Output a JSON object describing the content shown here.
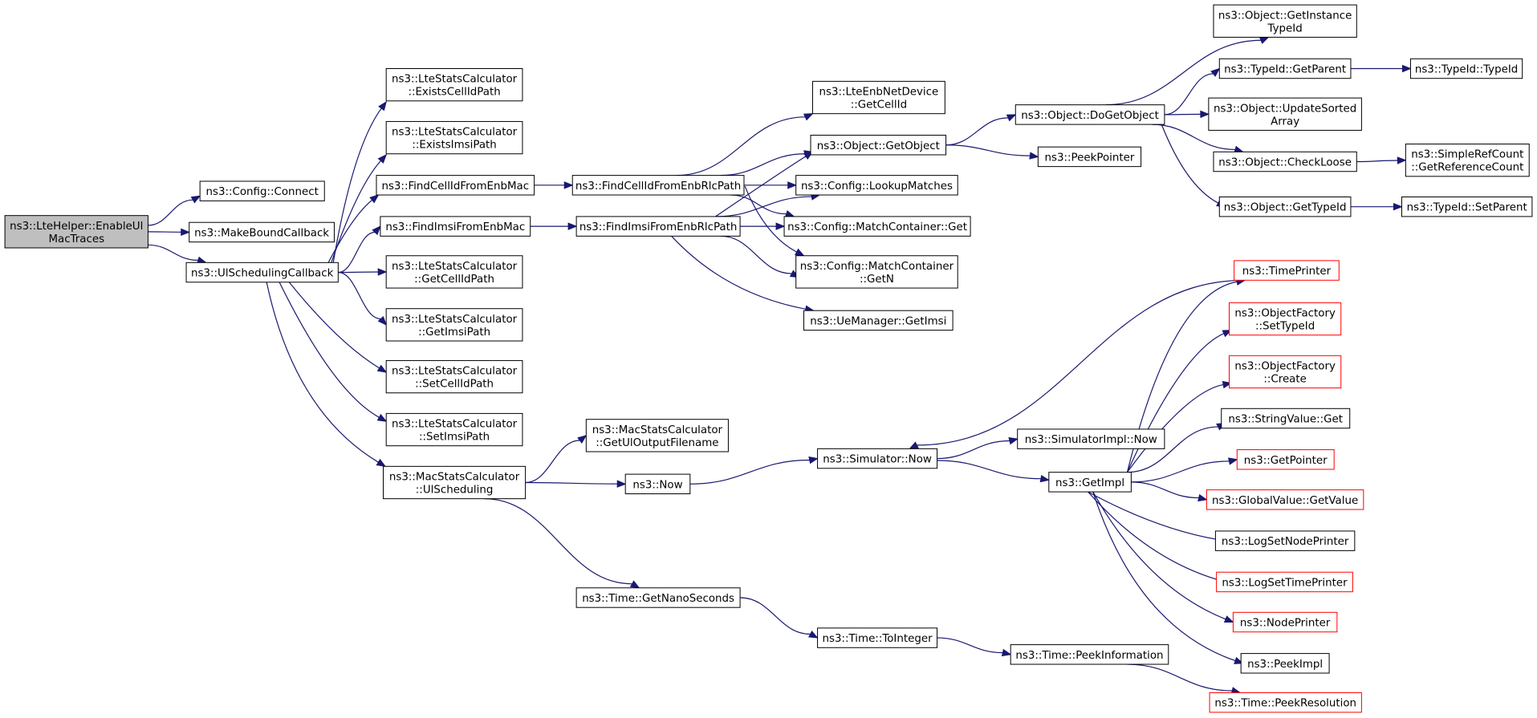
{
  "colors": {
    "edge": "#191970",
    "root_fill": "#bfbfbf",
    "truncated_border": "#ff0000"
  },
  "nodes": [
    {
      "id": "root",
      "lines": [
        "ns3::LteHelper::EnableUl",
        "MacTraces"
      ],
      "style": "root"
    },
    {
      "id": "connect",
      "lines": [
        "ns3::Config::Connect"
      ]
    },
    {
      "id": "mbc",
      "lines": [
        "ns3::MakeBoundCallback"
      ]
    },
    {
      "id": "ulsc",
      "lines": [
        "ns3::UlSchedulingCallback"
      ]
    },
    {
      "id": "existscell",
      "lines": [
        "ns3::LteStatsCalculator",
        "::ExistsCellIdPath"
      ]
    },
    {
      "id": "existsimsi",
      "lines": [
        "ns3::LteStatsCalculator",
        "::ExistsImsiPath"
      ]
    },
    {
      "id": "findcellmac",
      "lines": [
        "ns3::FindCellIdFromEnbMac"
      ]
    },
    {
      "id": "findimsimac",
      "lines": [
        "ns3::FindImsiFromEnbMac"
      ]
    },
    {
      "id": "getcellpath",
      "lines": [
        "ns3::LteStatsCalculator",
        "::GetCellIdPath"
      ]
    },
    {
      "id": "getimsipath",
      "lines": [
        "ns3::LteStatsCalculator",
        "::GetImsiPath"
      ]
    },
    {
      "id": "setcellpath",
      "lines": [
        "ns3::LteStatsCalculator",
        "::SetCellIdPath"
      ]
    },
    {
      "id": "setimsipath",
      "lines": [
        "ns3::LteStatsCalculator",
        "::SetImsiPath"
      ]
    },
    {
      "id": "macul",
      "lines": [
        "ns3::MacStatsCalculator",
        "::UlScheduling"
      ]
    },
    {
      "id": "findcellrlc",
      "lines": [
        "ns3::FindCellIdFromEnbRlcPath"
      ]
    },
    {
      "id": "findimsirlc",
      "lines": [
        "ns3::FindImsiFromEnbRlcPath"
      ]
    },
    {
      "id": "getulout",
      "lines": [
        "ns3::MacStatsCalculator",
        "::GetUlOutputFilename"
      ]
    },
    {
      "id": "now",
      "lines": [
        "ns3::Now"
      ]
    },
    {
      "id": "getnano",
      "lines": [
        "ns3::Time::GetNanoSeconds"
      ]
    },
    {
      "id": "enbgetcell",
      "lines": [
        "ns3::LteEnbNetDevice",
        "::GetCellId"
      ]
    },
    {
      "id": "getobject",
      "lines": [
        "ns3::Object::GetObject"
      ]
    },
    {
      "id": "lookup",
      "lines": [
        "ns3::Config::LookupMatches"
      ]
    },
    {
      "id": "mcget",
      "lines": [
        "ns3::Config::MatchContainer::Get"
      ]
    },
    {
      "id": "mcgetn",
      "lines": [
        "ns3::Config::MatchContainer",
        "::GetN"
      ]
    },
    {
      "id": "uegetimsi",
      "lines": [
        "ns3::UeManager::GetImsi"
      ]
    },
    {
      "id": "simnow",
      "lines": [
        "ns3::Simulator::Now"
      ]
    },
    {
      "id": "tointeger",
      "lines": [
        "ns3::Time::ToInteger"
      ]
    },
    {
      "id": "dogetobject",
      "lines": [
        "ns3::Object::DoGetObject"
      ]
    },
    {
      "id": "peekpointer",
      "lines": [
        "ns3::PeekPointer"
      ]
    },
    {
      "id": "simimplnow",
      "lines": [
        "ns3::SimulatorImpl::Now"
      ]
    },
    {
      "id": "getimpl",
      "lines": [
        "ns3::GetImpl"
      ]
    },
    {
      "id": "peekinfo",
      "lines": [
        "ns3::Time::PeekInformation"
      ]
    },
    {
      "id": "getinsttid",
      "lines": [
        "ns3::Object::GetInstance",
        "TypeId"
      ]
    },
    {
      "id": "tidgetparent",
      "lines": [
        "ns3::TypeId::GetParent"
      ]
    },
    {
      "id": "updatesorted",
      "lines": [
        "ns3::Object::UpdateSorted",
        "Array"
      ]
    },
    {
      "id": "checkloose",
      "lines": [
        "ns3::Object::CheckLoose"
      ]
    },
    {
      "id": "objgettid",
      "lines": [
        "ns3::Object::GetTypeId"
      ]
    },
    {
      "id": "timeprinter",
      "lines": [
        "ns3::TimePrinter"
      ],
      "style": "trunc"
    },
    {
      "id": "ofsettid",
      "lines": [
        "ns3::ObjectFactory",
        "::SetTypeId"
      ],
      "style": "trunc"
    },
    {
      "id": "ofcreate",
      "lines": [
        "ns3::ObjectFactory",
        "::Create"
      ],
      "style": "trunc"
    },
    {
      "id": "svget",
      "lines": [
        "ns3::StringValue::Get"
      ]
    },
    {
      "id": "getpointer",
      "lines": [
        "ns3::GetPointer"
      ],
      "style": "trunc"
    },
    {
      "id": "gvgetvalue",
      "lines": [
        "ns3::GlobalValue::GetValue"
      ],
      "style": "trunc"
    },
    {
      "id": "logsetnode",
      "lines": [
        "ns3::LogSetNodePrinter"
      ]
    },
    {
      "id": "logsettime",
      "lines": [
        "ns3::LogSetTimePrinter"
      ],
      "style": "trunc"
    },
    {
      "id": "nodeprinter",
      "lines": [
        "ns3::NodePrinter"
      ],
      "style": "trunc"
    },
    {
      "id": "peekimpl",
      "lines": [
        "ns3::PeekImpl"
      ]
    },
    {
      "id": "peekres",
      "lines": [
        "ns3::Time::PeekResolution"
      ],
      "style": "trunc"
    },
    {
      "id": "tidtid",
      "lines": [
        "ns3::TypeId::TypeId"
      ]
    },
    {
      "id": "simplerefcount",
      "lines": [
        "ns3::SimpleRefCount",
        "::GetReferenceCount"
      ]
    },
    {
      "id": "tidsetparent",
      "lines": [
        "ns3::TypeId::SetParent"
      ]
    }
  ],
  "edges": [
    [
      "root",
      "connect"
    ],
    [
      "root",
      "mbc"
    ],
    [
      "root",
      "ulsc"
    ],
    [
      "ulsc",
      "existscell"
    ],
    [
      "ulsc",
      "existsimsi"
    ],
    [
      "ulsc",
      "findcellmac"
    ],
    [
      "ulsc",
      "findimsimac"
    ],
    [
      "ulsc",
      "getcellpath"
    ],
    [
      "ulsc",
      "getimsipath"
    ],
    [
      "ulsc",
      "setcellpath"
    ],
    [
      "ulsc",
      "setimsipath"
    ],
    [
      "ulsc",
      "macul"
    ],
    [
      "findcellmac",
      "findcellrlc"
    ],
    [
      "findimsimac",
      "findimsirlc"
    ],
    [
      "findcellrlc",
      "enbgetcell"
    ],
    [
      "findcellrlc",
      "getobject"
    ],
    [
      "findcellrlc",
      "lookup"
    ],
    [
      "findcellrlc",
      "mcget"
    ],
    [
      "findcellrlc",
      "mcgetn"
    ],
    [
      "findimsirlc",
      "getobject"
    ],
    [
      "findimsirlc",
      "lookup"
    ],
    [
      "findimsirlc",
      "mcget"
    ],
    [
      "findimsirlc",
      "mcgetn"
    ],
    [
      "findimsirlc",
      "uegetimsi"
    ],
    [
      "getobject",
      "dogetobject"
    ],
    [
      "getobject",
      "peekpointer"
    ],
    [
      "dogetobject",
      "getinsttid"
    ],
    [
      "dogetobject",
      "tidgetparent"
    ],
    [
      "dogetobject",
      "updatesorted"
    ],
    [
      "dogetobject",
      "checkloose"
    ],
    [
      "dogetobject",
      "objgettid"
    ],
    [
      "tidgetparent",
      "tidtid"
    ],
    [
      "checkloose",
      "simplerefcount"
    ],
    [
      "objgettid",
      "tidsetparent"
    ],
    [
      "macul",
      "getulout"
    ],
    [
      "macul",
      "now"
    ],
    [
      "macul",
      "getnano"
    ],
    [
      "now",
      "simnow"
    ],
    [
      "simnow",
      "simimplnow"
    ],
    [
      "simnow",
      "getimpl"
    ],
    [
      "getimpl",
      "timeprinter"
    ],
    [
      "getimpl",
      "ofsettid"
    ],
    [
      "getimpl",
      "ofcreate"
    ],
    [
      "getimpl",
      "svget"
    ],
    [
      "getimpl",
      "getpointer"
    ],
    [
      "getimpl",
      "gvgetvalue"
    ],
    [
      "getimpl",
      "logsetnode"
    ],
    [
      "getimpl",
      "logsettime"
    ],
    [
      "getimpl",
      "nodeprinter"
    ],
    [
      "getimpl",
      "peekimpl"
    ],
    [
      "timeprinter",
      "simnow"
    ],
    [
      "getnano",
      "tointeger"
    ],
    [
      "tointeger",
      "peekinfo"
    ],
    [
      "peekinfo",
      "peekres"
    ]
  ]
}
